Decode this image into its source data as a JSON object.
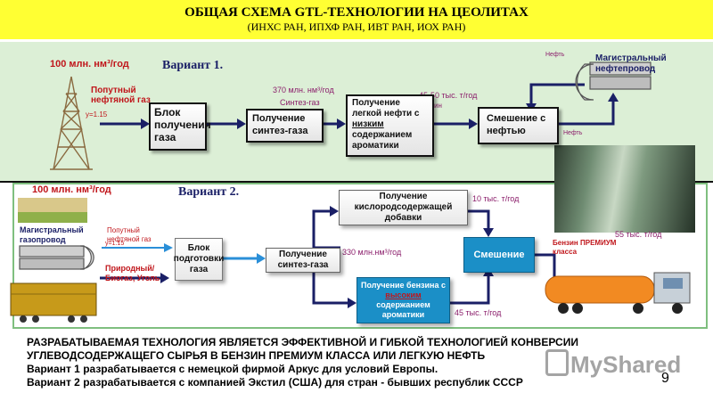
{
  "header": {
    "title": "ОБЩАЯ СХЕМА GTL-ТЕХНОЛОГИИ НА ЦЕОЛИТАХ",
    "subtitle": "(ИНХС РАН, ИПХФ РАН, ИВТ РАН, ИОХ РАН)"
  },
  "variant1": {
    "label": "Вариант 1.",
    "volume": "100 млн. нм³/год",
    "feed_label": "Попутный нефтяной газ",
    "y_factor": "y=1.15",
    "syngas_volume": "370 млн. нм³/год",
    "syngas_label": "Синтез-газ",
    "product_rate": "45-50 тыс. т/год",
    "product_label": "бензин",
    "oil_top": "Нефть",
    "oil_bottom": "Нефть",
    "pipeline_label": "Магистральный нефтепровод",
    "boxes": {
      "gas_block": "Блок получения газа",
      "syngas": "Получение синтез-газа",
      "light_oil_1": "Получение легкой нефти с",
      "light_oil_2": "низким",
      "light_oil_3": "содержанием ароматики",
      "mixing": "Смешение с нефтью"
    }
  },
  "variant2": {
    "label": "Вариант 2.",
    "volume": "100 млн. нм³/год",
    "pipeline_label": "Магистральный газопровод",
    "feed_label": "Попутный нефтяной газ",
    "y_factor": "y=1.15",
    "alt_feed_label": "Природный/ Биогаз, Уголь",
    "syngas_volume": "330 млн.нм³/год",
    "additive_rate": "10 тыс. т/год",
    "gasoline_rate": "45 тыс. т/год",
    "product_rate": "55 тыс. т/год",
    "product_label": "Бензин ПРЕМИУМ класса",
    "boxes": {
      "prep_block": "Блок подготовки газа",
      "syngas": "Получение синтез-газа",
      "oxygenate": "Получение кислородсодержащей добавки",
      "gasoline_1": "Получение бензина с",
      "gasoline_2": "высоким",
      "gasoline_3": "содержанием ароматики",
      "mixing": "Смешение"
    }
  },
  "footer": {
    "line1": "РАЗРАБАТЫВАЕМАЯ ТЕХНОЛОГИЯ ЯВЛЯЕТСЯ ЭФФЕКТИВНОЙ И ГИБКОЙ ТЕХНОЛОГИЕЙ КОНВЕРСИИ",
    "line2": "УГЛЕВОДСОДЕРЖАЩЕГО СЫРЬЯ В БЕНЗИН ПРЕМИУМ КЛАССА ИЛИ ЛЕГКУЮ НЕФТЬ",
    "line3": "Вариант 1 разрабатывается с немецкой фирмой Аркус для условий Европы.",
    "line4": "Вариант 2 разрабатывается с компанией Экстил (США) для стран - бывших республик СССР"
  },
  "watermark": "MyShared",
  "page_number": "9",
  "colors": {
    "title_bg": "#ffff33",
    "panel1_bg": "#dcefd6",
    "arrow_navy": "#1a1f66",
    "arrow_blue": "#2a8fd8",
    "text_red": "#c0161b",
    "text_purple": "#8b1e6b",
    "box_teal": "#1b8fc7",
    "tanker_orange": "#f28a22"
  }
}
